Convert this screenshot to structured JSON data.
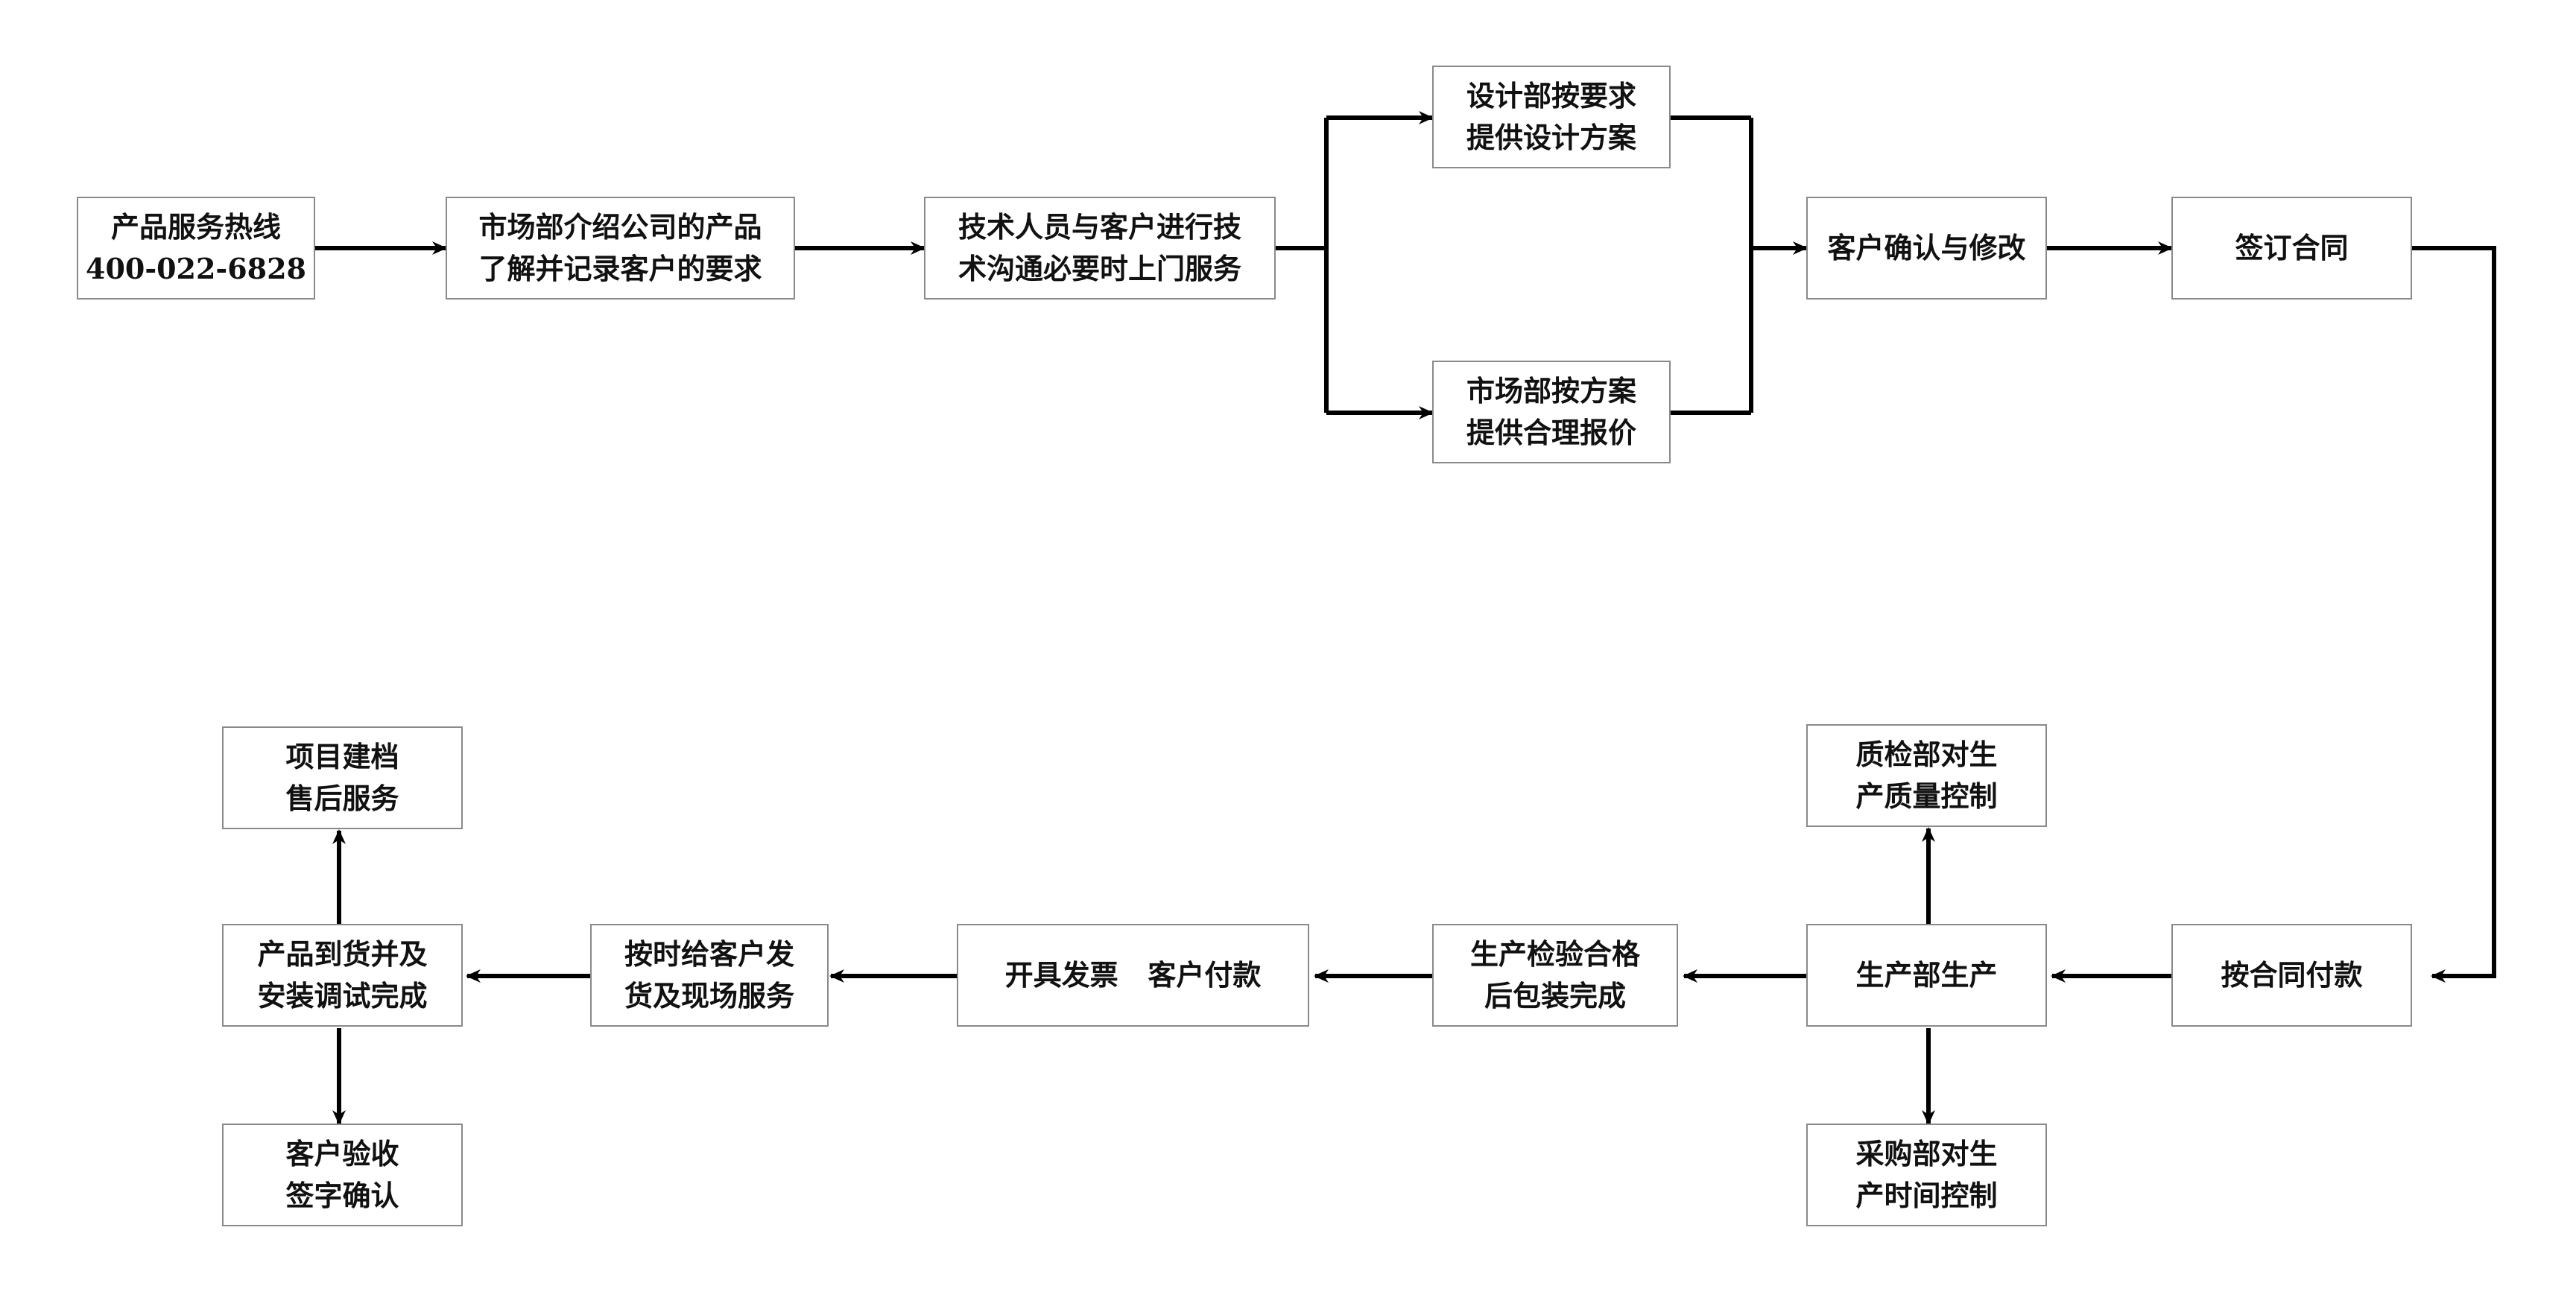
{
  "colors": {
    "line": "#000000",
    "box_border": "#8a8a8a",
    "text": "#111111"
  },
  "nodes": {
    "hotline": {
      "lines": [
        "产品服务热线",
        "400-022-6828"
      ]
    },
    "market_intro": {
      "lines": [
        "市场部介绍公司的产品",
        "了解并记录客户的要求"
      ]
    },
    "tech_comm": {
      "lines": [
        "技术人员与客户进行技",
        "术沟通必要时上门服务"
      ]
    },
    "design_plan": {
      "lines": [
        "设计部按要求",
        "提供设计方案"
      ]
    },
    "market_quote": {
      "lines": [
        "市场部按方案",
        "提供合理报价"
      ]
    },
    "confirm": {
      "lines": [
        "客户确认与修改"
      ]
    },
    "sign": {
      "lines": [
        "签订合同"
      ]
    },
    "pay_contract": {
      "lines": [
        "按合同付款"
      ]
    },
    "production": {
      "lines": [
        "生产部生产"
      ]
    },
    "qc": {
      "lines": [
        "质检部对生",
        "产质量控制"
      ]
    },
    "purchase": {
      "lines": [
        "采购部对生",
        "产时间控制"
      ]
    },
    "inspect_pack": {
      "lines": [
        "生产检验合格",
        "后包装完成"
      ]
    },
    "invoice": {
      "lines": [
        "开具发票   客户付款"
      ]
    },
    "deliver": {
      "lines": [
        "按时给客户发",
        "货及现场服务"
      ]
    },
    "install": {
      "lines": [
        "产品到货并及",
        "安装调试完成"
      ]
    },
    "archive": {
      "lines": [
        "项目建档",
        "售后服务"
      ]
    },
    "accept": {
      "lines": [
        "客户验收",
        "签字确认"
      ]
    }
  }
}
